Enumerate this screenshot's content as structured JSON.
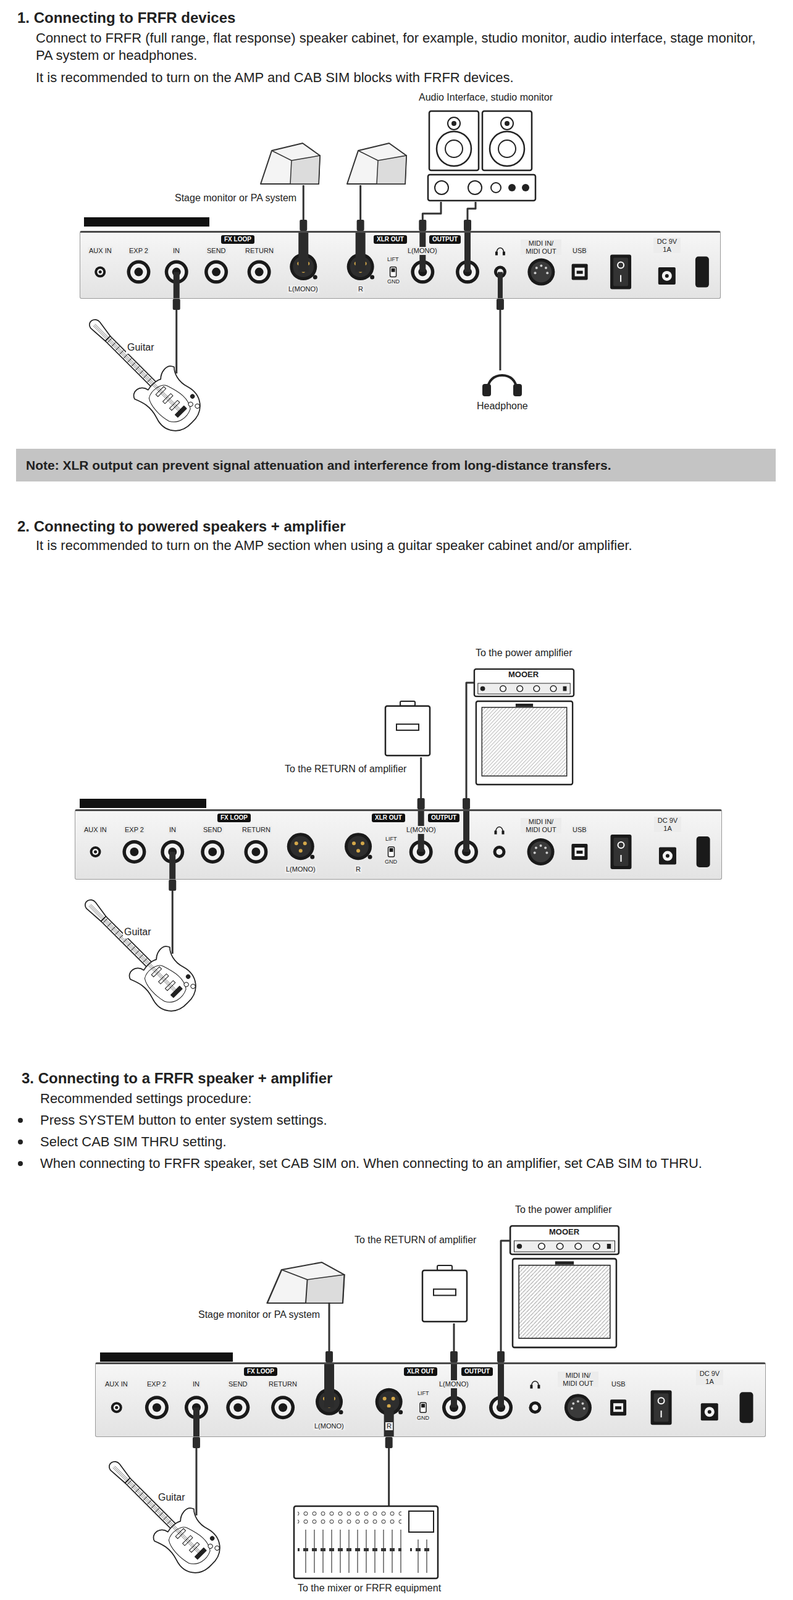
{
  "diagram": {
    "nodes": [
      {
        "text": [
          "AUX IN",
          "EXP 2",
          "IN",
          "FX LOOP",
          "SEND",
          "RETURN",
          "L(MONO)",
          "R",
          "XLR OUT",
          "LIFT",
          "GND",
          "OUTPUT",
          "L(MONO)",
          "MIDI IN/ MIDI OUT",
          "USB",
          "DC 9V 1A"
        ]
      },
      {
        "text": [
          "Note: XLR output can prevent signal attenuation and interference from long-distance transfers."
        ]
      },
      {
        "text": [
          "AUX IN",
          "EXP 2",
          "IN",
          "FX LOOP",
          "SEND",
          "RETURN",
          "L(MONO)",
          "R",
          "XLR OUT",
          "LIFT",
          "GND",
          "OUTPUT",
          "L(MONO)",
          "MIDI IN/ MIDI OUT",
          "USB",
          "DC 9V 1A"
        ]
      },
      {
        "text": [
          "AUX IN",
          "EXP 2",
          "IN",
          "FX LOOP",
          "SEND",
          "RETURN",
          "L(MONO)",
          "R",
          "XLR OUT",
          "LIFT",
          "GND",
          "OUTPUT",
          "L(MONO)",
          "MIDI IN/ MIDI OUT",
          "USB",
          "DC 9V 1A"
        ]
      }
    ],
    "labels": [
      "1. Connecting to FRFR devices",
      "Connect to FRFR (full range, flat response) speaker cabinet, for example, studio monitor, audio interface, stage monitor, PA system or headphones.",
      "It is recommended to turn on the AMP and CAB SIM blocks with FRFR devices.",
      "Audio Interface, studio monitor",
      "Stage monitor or PA system",
      "Guitar",
      "Headphone",
      "2. Connecting to powered speakers + amplifier",
      "It is recommended to turn on the AMP section when using a guitar speaker cabinet and/or amplifier.",
      "To the power amplifier",
      "MOOER",
      "To the RETURN of amplifier",
      "Guitar",
      "3. Connecting to a FRFR speaker + amplifier",
      "Recommended settings procedure:",
      "Press SYSTEM button to enter system settings.",
      "Select CAB SIM THRU setting.",
      "When connecting to FRFR speaker, set CAB SIM on. When connecting to an amplifier, set CAB SIM to THRU.",
      "To the power amplifier",
      "MOOER",
      "To the RETURN of amplifier",
      "Stage monitor or PA system",
      "Guitar",
      "To the mixer or FRFR equipment"
    ]
  }
}
